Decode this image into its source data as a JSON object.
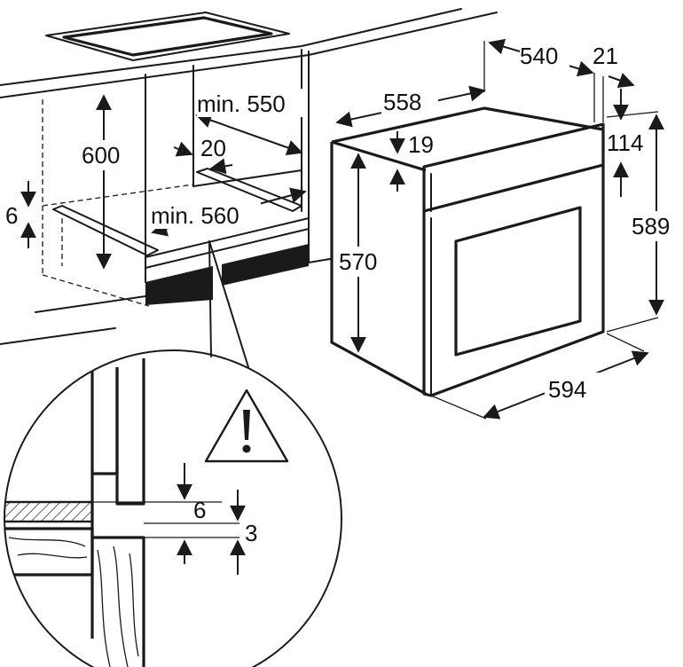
{
  "dimensions": {
    "cabinet_height": "600",
    "cabinet_depth_min": "min. 550",
    "cabinet_width_min": "min. 560",
    "vent_offset": "20",
    "rail_height": "6",
    "oven_depth_top": "558",
    "oven_depth_body": "540",
    "front_thickness": "21",
    "panel_top": "19",
    "control_panel_height": "114",
    "body_height": "570",
    "total_height": "589",
    "total_width": "594",
    "detail_gap": "6",
    "detail_step": "3"
  },
  "symbols": {
    "warning": "warning-triangle-icon"
  }
}
